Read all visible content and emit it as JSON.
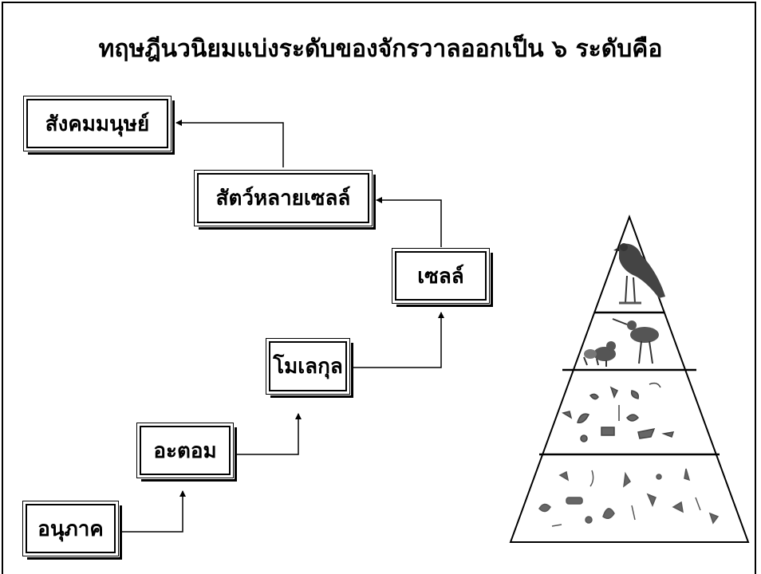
{
  "title": "ทฤษฎีนวนิยมแบ่งระดับของจักรวาลออกเป็น ๖ ระดับคือ",
  "levels": [
    {
      "label": "อนุภาค"
    },
    {
      "label": "อะตอม"
    },
    {
      "label": "โมเลกุล"
    },
    {
      "label": "เซลล์"
    },
    {
      "label": "สัตว์หลายเซลล์"
    },
    {
      "label": "สังคมมนุษย์"
    }
  ],
  "colors": {
    "line": "#000000",
    "background": "#ffffff",
    "pyramid_fill": "#ffffff",
    "figure_gray": "#555555"
  },
  "pyramid": {
    "tiers": 4,
    "icons": [
      "bird-icon",
      "small-animals-icon",
      "cells-icon",
      "particles-icon"
    ]
  }
}
